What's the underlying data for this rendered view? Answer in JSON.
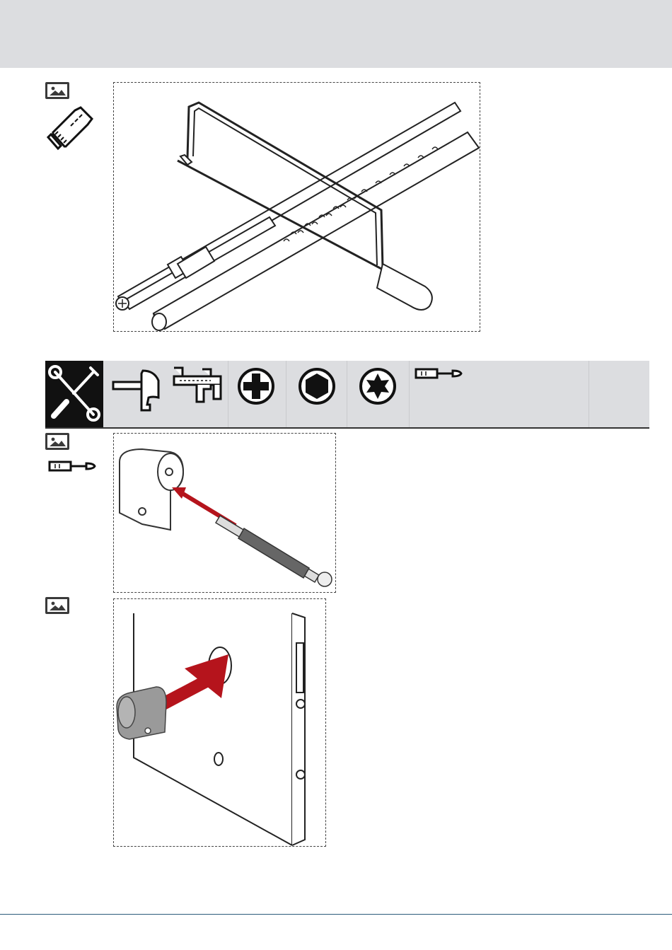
{
  "page": {
    "header_color": "#dcdde0",
    "accent_arrow_color": "#b5141c",
    "footer_line_color": "#2c5b7a"
  },
  "steps": [
    {
      "image_icon": "image-icon",
      "tool_icon": "hacksaw-icon",
      "illustration": "hacksaw-cutting-bolt-and-spindle-illustration"
    },
    {
      "image_icon": "image-icon",
      "tool_icon": "screwdriver-icon",
      "illustration": "screw-inserted-into-cylinder-illustration"
    },
    {
      "image_icon": "image-icon",
      "illustration": "cylinder-inserted-into-door-lock-illustration"
    }
  ],
  "tools_bar": {
    "lead_icon": "wrench-and-screwdriver-icon",
    "tools": [
      "hammer-icon",
      "caliper-icon",
      "phillips-bit-icon",
      "hex-bit-icon",
      "torx-bit-icon",
      "screwdriver-icon"
    ]
  }
}
